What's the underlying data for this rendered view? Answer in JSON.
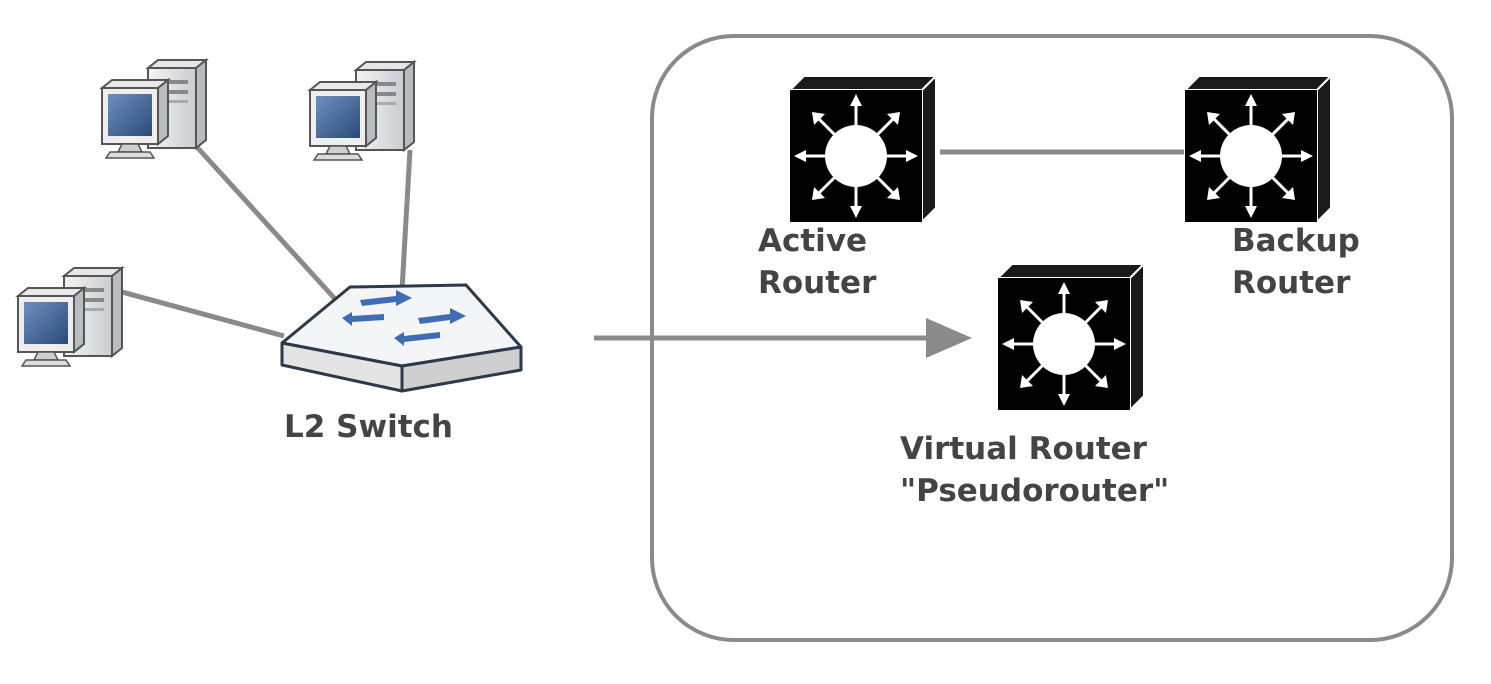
{
  "switch": {
    "label": "L2 Switch"
  },
  "routers": {
    "active": {
      "line1": "Active",
      "line2": "Router"
    },
    "backup": {
      "line1": "Backup",
      "line2": "Router"
    },
    "virtual": {
      "line1": "Virtual Router",
      "line2": "\"Pseudorouter\""
    }
  },
  "colors": {
    "link": "#8a8a8a",
    "group_border": "#8a8a8a",
    "router_body": "#000000",
    "label_text": "#444444",
    "switch_arrows": "#3f6db5",
    "monitor_screen": "#3f5f8f"
  },
  "icons": [
    "computer-icon",
    "switch-icon",
    "router-icon"
  ]
}
